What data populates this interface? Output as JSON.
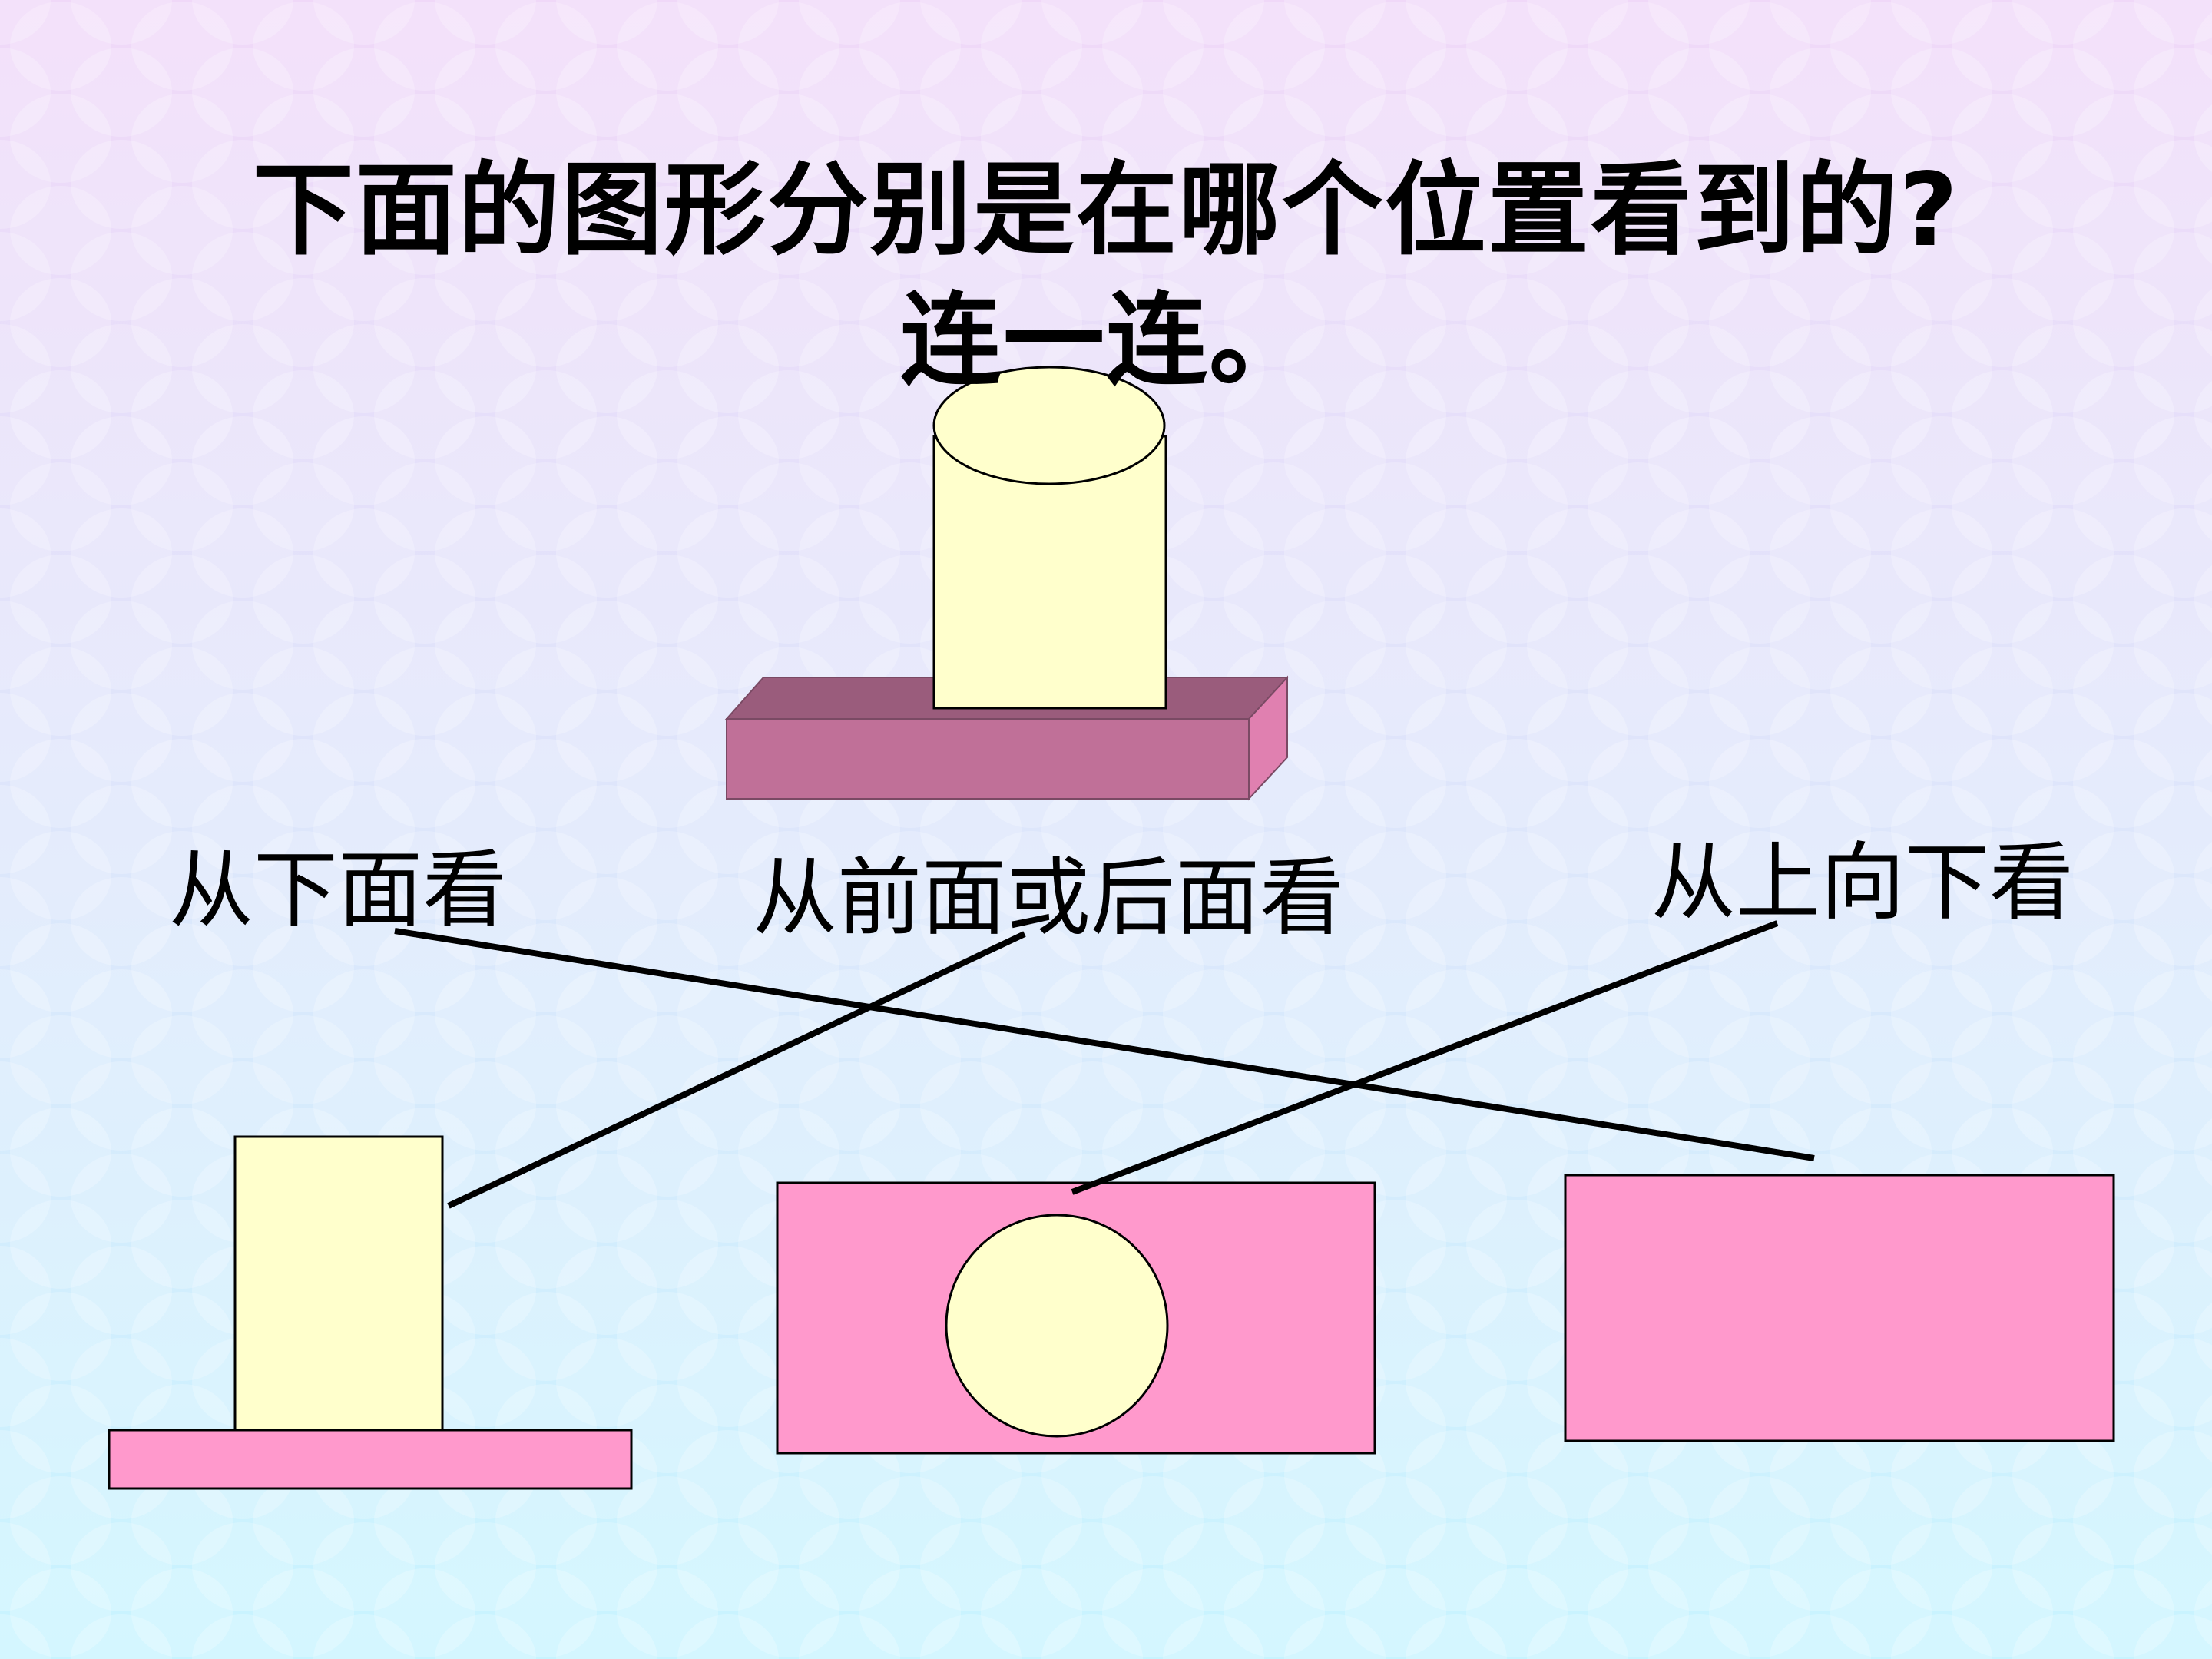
{
  "slide": {
    "title_line1": "下面的图形分别是在哪个位置看到的?",
    "title_line2": "连一连。"
  },
  "labels": {
    "from_below": "从下面看",
    "from_front_or_back": "从前面或后面看",
    "from_top": "从上向下看"
  },
  "connections": [
    {
      "label": "从下面看",
      "view": "pink rectangle"
    },
    {
      "label": "从前面或后面看",
      "view": "cylinder on base, side view"
    },
    {
      "label": "从上向下看",
      "view": "circle on pink rectangle"
    }
  ],
  "colors": {
    "background_top": "#f0d8f8",
    "background_bottom": "#c8f4ff",
    "cylinder_fill": "#ffffcc",
    "base_front": "#c07098",
    "base_top": "#9a5c7c",
    "base_side": "#e080b0",
    "view_pink": "#ff99cc",
    "line": "#000000"
  }
}
